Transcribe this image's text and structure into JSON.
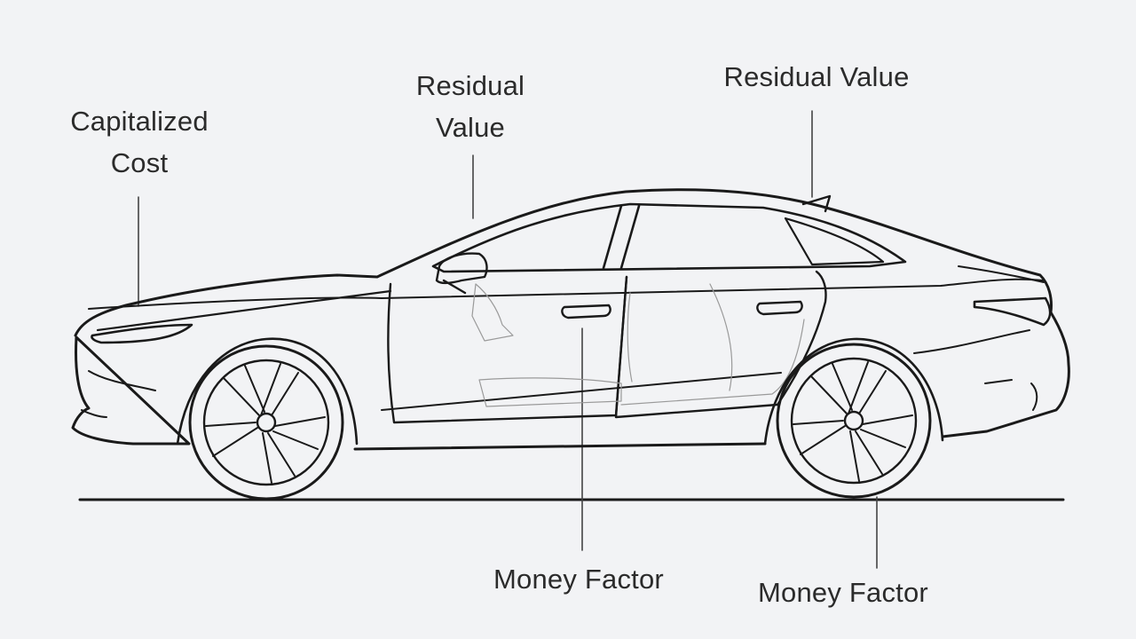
{
  "labels": {
    "capitalized_cost": {
      "line1": "Capitalized",
      "line2": "Cost"
    },
    "residual_value_left": {
      "line1": "Residual",
      "line2": "Value"
    },
    "residual_value_right": "Residual Value",
    "money_factor_left": "Money Factor",
    "money_factor_right": "Money Factor"
  },
  "colors": {
    "background": "#f2f3f5",
    "line": "#1a1a1a",
    "text": "#2b2b2b"
  }
}
